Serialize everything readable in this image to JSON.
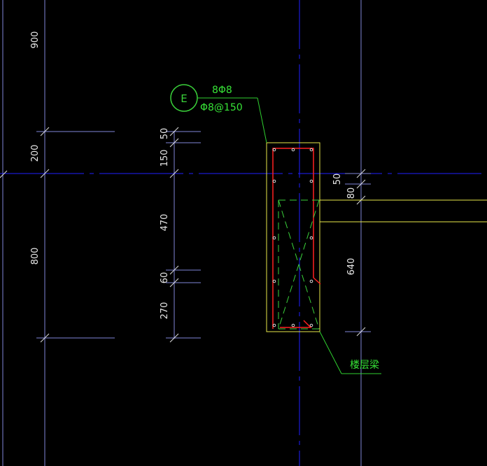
{
  "colors": {
    "background": "#000000",
    "axis_blue": "#2020ff",
    "dim_line": "#7f86d8",
    "dim_text": "#e8e8e8",
    "beam_outline": "#e8e84a",
    "rebar_red": "#ff2020",
    "stirrup_green": "#3ad13a",
    "leader_green": "#2fd02f",
    "label_green": "#37e537",
    "slab_yellow": "#e8e84a"
  },
  "left_dimensions": {
    "top": "900",
    "middle": "200",
    "bottom": "800"
  },
  "inner_dimensions": {
    "d1": "50",
    "d2": "150",
    "d3": "470",
    "d4": "60",
    "d5": "270"
  },
  "right_dimensions": {
    "d1": "50",
    "d2": "80",
    "d3": "640"
  },
  "axis_marker": {
    "label": "E"
  },
  "annotation": {
    "rebar": "8Φ8",
    "stirrup": "Φ8@150"
  },
  "beam_label": "楼层梁"
}
